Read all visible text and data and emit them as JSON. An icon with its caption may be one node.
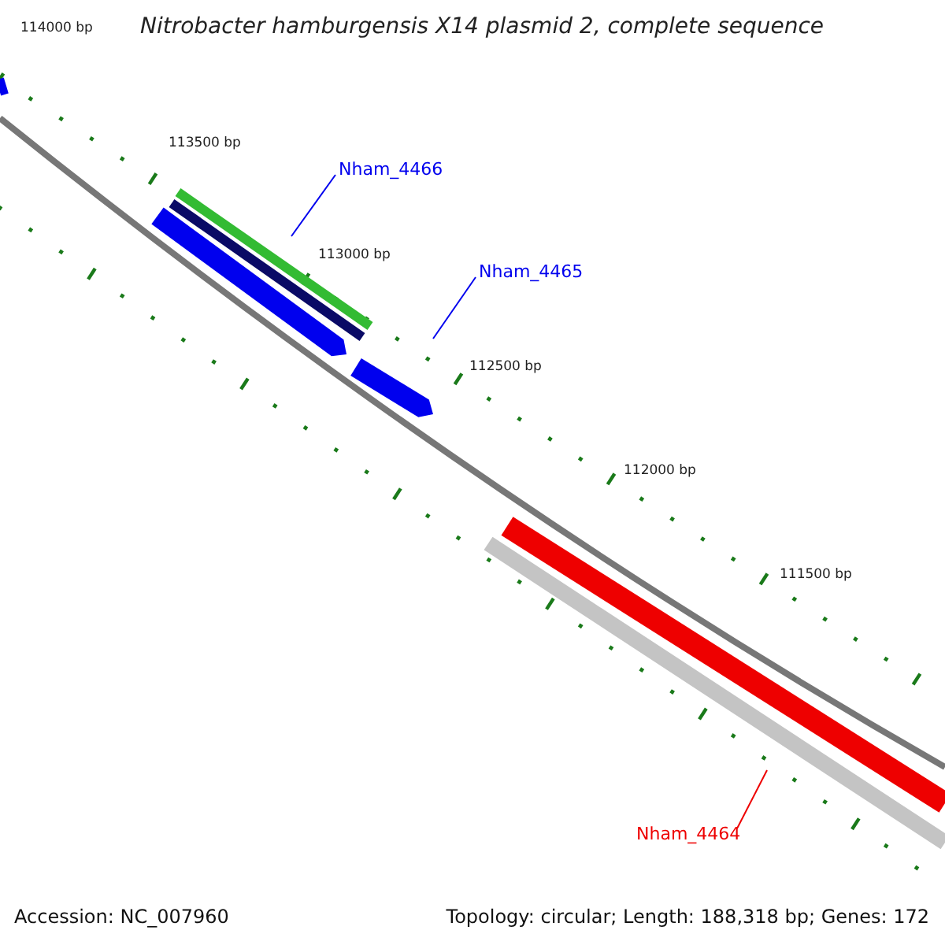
{
  "diagram": {
    "title": "Nitrobacter hamburgensis X14 plasmid 2, complete sequence",
    "nodes": [
      {
        "text": [
          "Nham_4466"
        ]
      },
      {
        "text": [],
        "shape": "bar"
      },
      {
        "text": [
          "Nham_4465"
        ]
      },
      {
        "text": [],
        "shape": "bar"
      },
      {
        "text": [
          "Nham_4464"
        ]
      },
      {
        "text": [],
        "shape": "bar"
      }
    ],
    "edges": [
      {
        "from": 0,
        "to": 1,
        "arrow": "none"
      },
      {
        "from": 2,
        "to": 3,
        "arrow": "none"
      },
      {
        "from": 4,
        "to": 5,
        "arrow": "none",
        "color": "#ee0000"
      }
    ],
    "labels": [
      "114000 bp",
      "113500 bp",
      "113000 bp",
      "112500 bp",
      "112000 bp",
      "111500 bp",
      "Accession: NC_007960",
      "Topology: circular; Length: 188,318 bp; Genes: 172"
    ]
  }
}
